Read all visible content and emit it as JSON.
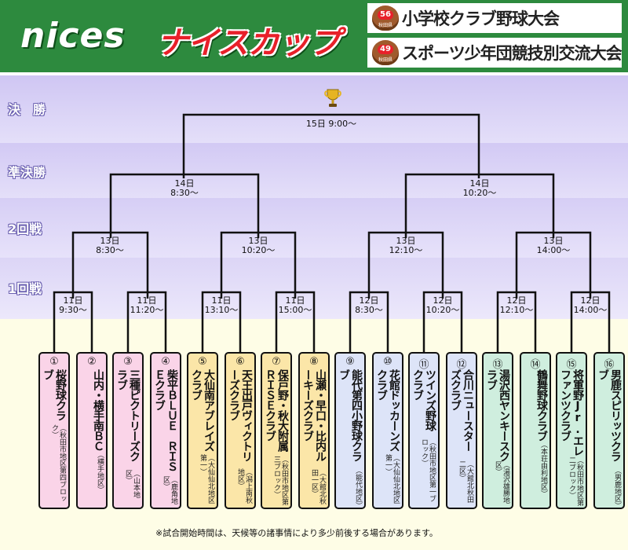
{
  "header": {
    "logo_nices": "nices",
    "logo_cup": "ナイスカップ",
    "tournaments": [
      {
        "edition": "56",
        "edition_sub": "秋田県",
        "title": "小学校クラブ野球大会"
      },
      {
        "edition": "49",
        "edition_sub": "秋田県",
        "title": "スポーツ少年団競技別交流大会"
      }
    ]
  },
  "rounds": {
    "final": "決　勝",
    "semi": "準決勝",
    "r2": "2回戦",
    "r1": "1回戦"
  },
  "schedule": {
    "final": "15日 9:00～",
    "semi": [
      {
        "day": "14日",
        "time": "8:30～"
      },
      {
        "day": "14日",
        "time": "10:20～"
      }
    ],
    "r2": [
      {
        "day": "13日",
        "time": "8:30～"
      },
      {
        "day": "13日",
        "time": "10:20～"
      },
      {
        "day": "13日",
        "time": "12:10～"
      },
      {
        "day": "13日",
        "time": "14:00～"
      }
    ],
    "r1": [
      {
        "day": "11日",
        "time": "9:30～"
      },
      {
        "day": "11日",
        "time": "11:20～"
      },
      {
        "day": "11日",
        "time": "13:10～"
      },
      {
        "day": "11日",
        "time": "15:00～"
      },
      {
        "day": "12日",
        "time": "8:30～"
      },
      {
        "day": "12日",
        "time": "10:20～"
      },
      {
        "day": "12日",
        "time": "12:10～"
      },
      {
        "day": "12日",
        "time": "14:00～"
      }
    ]
  },
  "teams": [
    {
      "no": "①",
      "name": "桜野球クラブ",
      "area": "（秋田市地区第四ブロック）",
      "color": "pink"
    },
    {
      "no": "②",
      "name": "山内・横手南ＢＣ",
      "area": "（横手地区）",
      "color": "pink"
    },
    {
      "no": "③",
      "name": "三種ピクトリーズクラブ",
      "area": "（山本地区）",
      "color": "pink"
    },
    {
      "no": "④",
      "name": "柴平ＢＬＵＥ　ＲＩＳＥクラブ",
      "area": "（鹿角地区）",
      "color": "pink"
    },
    {
      "no": "⑤",
      "name": "大仙南アブレイズクラブ",
      "area": "（大仙仙北地区第一）",
      "color": "yellow"
    },
    {
      "no": "⑥",
      "name": "天王出戸ヴィクトリーズクラブ",
      "area": "（潟上南秋地区）",
      "color": "yellow"
    },
    {
      "no": "⑦",
      "name": "保戸野・秋大附属ＲＩＳＥクラブ",
      "area": "（秋田市地区第三ブロック）",
      "color": "yellow"
    },
    {
      "no": "⑧",
      "name": "山瀬・早口・比内ルーキーズクラブ",
      "area": "（大館北秋田一区）",
      "color": "yellow"
    },
    {
      "no": "⑨",
      "name": "能代第四小野球クラブ",
      "area": "（能代地区）",
      "color": "blue"
    },
    {
      "no": "⑩",
      "name": "花館ドッカーンズクラブ",
      "area": "（大仙仙北地区第一）",
      "color": "blue"
    },
    {
      "no": "⑪",
      "name": "ツインズ野球クラブ",
      "area": "（秋田市地区第一ブロック）",
      "color": "blue"
    },
    {
      "no": "⑫",
      "name": "合川ニュースターズクラブ",
      "area": "（大館北秋田二区）",
      "color": "blue"
    },
    {
      "no": "⑬",
      "name": "湯沢西ヤンキースクラブ",
      "area": "（湯沢雄勝地区）",
      "color": "green"
    },
    {
      "no": "⑭",
      "name": "鶴舞野球クラブ",
      "area": "（本荘由利地区）",
      "color": "green"
    },
    {
      "no": "⑮",
      "name": "将軍野Jr.エレファンツクラブ",
      "area": "（秋田市地区第二ブロック）",
      "color": "green"
    },
    {
      "no": "⑯",
      "name": "男鹿スピリッツクラブ",
      "area": "（男鹿地区）",
      "color": "green"
    }
  ],
  "footnote": "※試合開始時間は、天候等の諸事情により多少前後する場合があります。",
  "colors": {
    "header_green": "#2d8a3e",
    "logo_red": "#e8202a",
    "pink": "#fad4e8",
    "yellow": "#fbe6a8",
    "blue": "#dde4f8",
    "green": "#cfeede",
    "trophy_gold": "#e6b422"
  }
}
